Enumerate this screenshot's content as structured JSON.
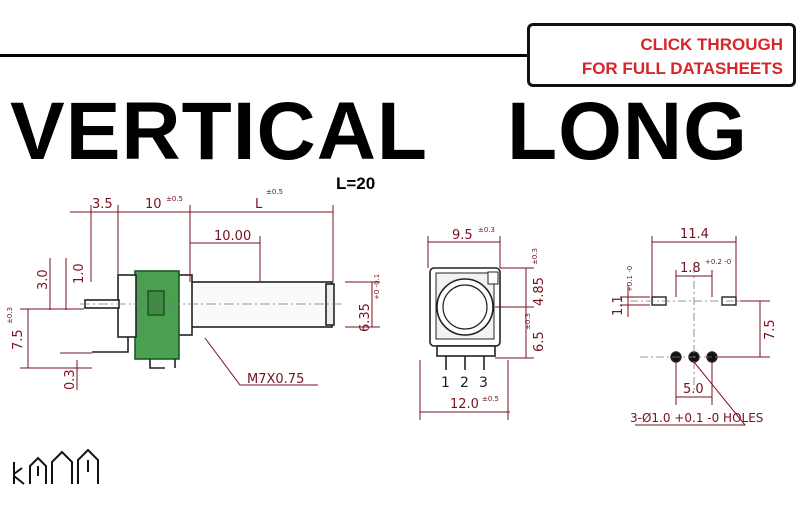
{
  "cta": {
    "line1": "CLICK THROUGH",
    "line2": "FOR FULL DATASHEETS",
    "color": "#d6262b"
  },
  "title": {
    "word1": "VERTICAL",
    "word2": "LONG"
  },
  "spec": {
    "length": "L=20"
  },
  "side_view": {
    "dims": {
      "d35": "3.5",
      "d10": "10",
      "d10_tol": "±0.5",
      "L": "L",
      "L_tol": "±0.5",
      "d1000": "10.00",
      "d30": "3.0",
      "d10v": "1.0",
      "d75": "7.5",
      "d75_tol": "±0.3",
      "d03": "0.3",
      "d635": "6.35",
      "d635_tol": "+0 -0.1",
      "thread": "M7X0.75"
    },
    "body_color": "#4aa050"
  },
  "front_view": {
    "dims": {
      "d95": "9.5",
      "d95_tol": "±0.3",
      "d485": "4.85",
      "d485_tol": "±0.3",
      "d65": "6.5",
      "d65_tol": "±0.3",
      "d120": "12.0",
      "d120_tol": "±0.5"
    },
    "pins": [
      "1",
      "2",
      "3"
    ]
  },
  "footprint": {
    "dims": {
      "d114": "11.4",
      "d18": "1.8",
      "d18_tol": "+0.2 -0",
      "d11": "1.1",
      "d11_tol": "+0.1 -0",
      "d75": "7.5",
      "d50": "5.0",
      "holes": "3-Ø1.0 +0.1 -0 HOLES"
    }
  },
  "colors": {
    "dimension": "#7a1020",
    "outline": "#222222",
    "accent": "#d6262b"
  },
  "logo": {
    "name": "knob-houses-logo"
  }
}
